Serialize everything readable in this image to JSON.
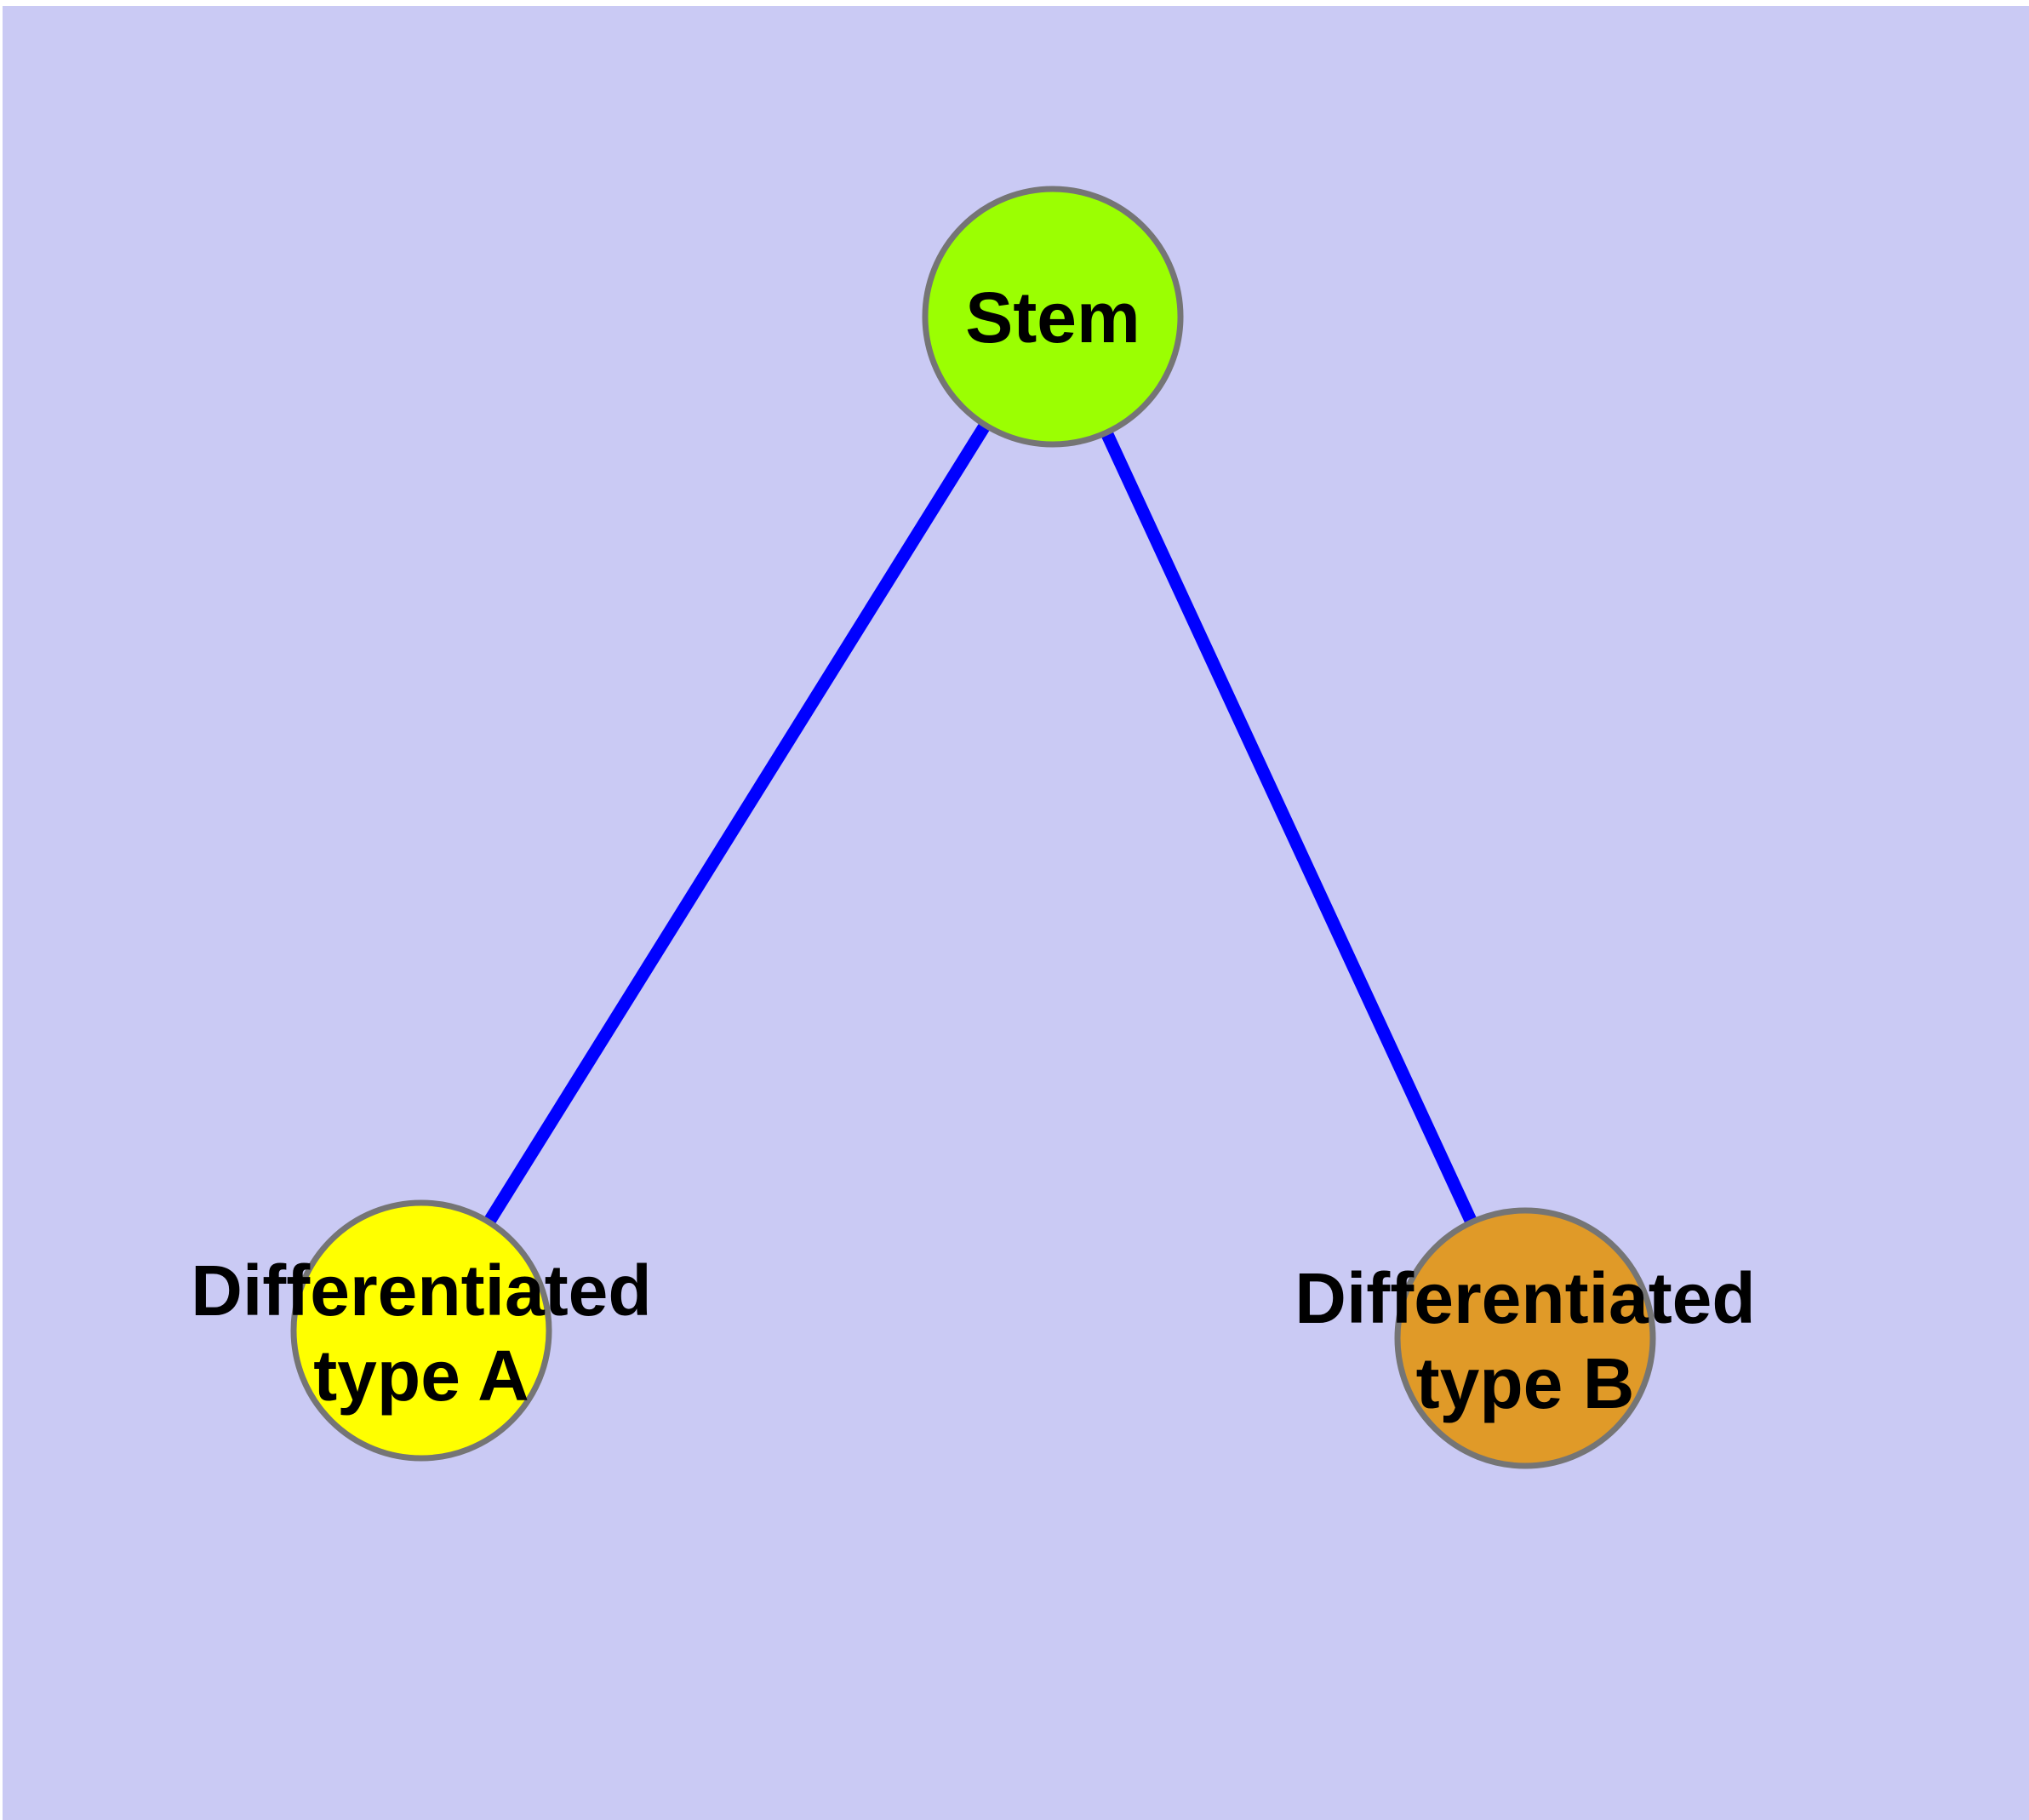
{
  "diagram": {
    "type": "graph",
    "background_color": "#CACAF4",
    "margin_color": "#FFFFFF",
    "edge_color": "#0000FF",
    "node_border_color": "#757575",
    "label_color": "#000000",
    "nodes": [
      {
        "id": "stem",
        "label": "Stem",
        "color": "#9BFF02"
      },
      {
        "id": "differentiated-type-a",
        "label_line1": "Differentiated",
        "label_line2": "type A",
        "color": "#FFFF00"
      },
      {
        "id": "differentiated-type-b",
        "label_line1": "Differentiated",
        "label_line2": "type B",
        "color": "#E09A28"
      }
    ],
    "edges": [
      {
        "from": "stem",
        "to": "differentiated-type-a"
      },
      {
        "from": "stem",
        "to": "differentiated-type-b"
      }
    ]
  }
}
